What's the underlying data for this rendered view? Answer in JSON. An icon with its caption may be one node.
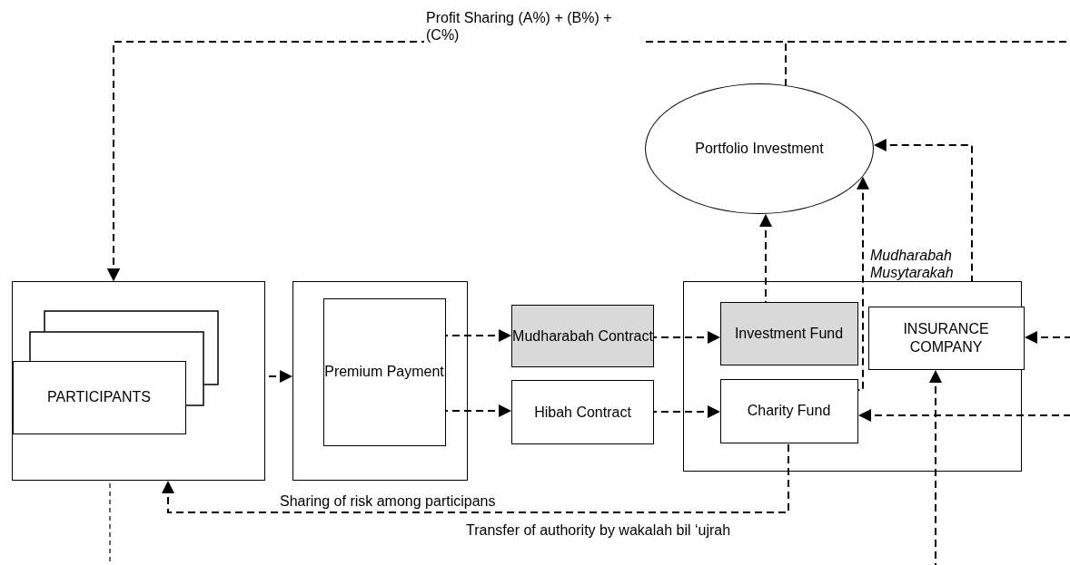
{
  "diagram": {
    "nodes": [
      {
        "text": [],
        "shape": "box"
      },
      {
        "text": [
          "PARTICIPANTS"
        ],
        "in": 0
      },
      {
        "text": [],
        "shape": "box"
      },
      {
        "text": [
          "Premium Payment"
        ],
        "in": 2
      },
      {
        "text": [
          "Mudharabah Contract"
        ]
      },
      {
        "text": [
          "Hibah Contract"
        ]
      },
      {
        "text": [],
        "shape": "box"
      },
      {
        "text": [
          "Investment Fund"
        ],
        "in": 6
      },
      {
        "text": [
          "INSURANCE COMPANY"
        ],
        "in": 6
      },
      {
        "text": [
          "Charity Fund"
        ],
        "in": 6
      },
      {
        "text": [
          "Portfolio Investment"
        ]
      }
    ],
    "edges": [
      {
        "from": 0,
        "to": 2,
        "arrow": "to",
        "style": "dashed"
      },
      {
        "from": 3,
        "to": 4,
        "arrow": "to",
        "style": "dashed"
      },
      {
        "from": 3,
        "to": 5,
        "arrow": "to",
        "style": "dashed"
      },
      {
        "from": 4,
        "to": 7,
        "arrow": "to",
        "style": "dashed"
      },
      {
        "from": 5,
        "to": 9,
        "arrow": "to",
        "style": "dashed"
      },
      {
        "from": 7,
        "to": 10,
        "arrow": "to",
        "style": "dashed"
      },
      {
        "from": 9,
        "to": 10,
        "arrow": "to",
        "style": "dashed"
      },
      {
        "from": 10,
        "to": 0,
        "arrow": "to",
        "style": "dashed",
        "label": "Profit Sharing (A%) + (B%) + (C%)"
      },
      {
        "from": null,
        "to": 0,
        "arrow": "to",
        "style": "dashed"
      },
      {
        "from": 6,
        "to": 10,
        "arrow": "to",
        "style": "dashed"
      },
      {
        "from": null,
        "to": 8,
        "arrow": "to",
        "style": "dashed"
      },
      {
        "from": null,
        "to": 9,
        "arrow": "to",
        "style": "dashed"
      },
      {
        "from": null,
        "to": 8,
        "arrow": "to",
        "style": "dashed"
      },
      {
        "from": 9,
        "to": 0,
        "arrow": "to",
        "style": "dashed",
        "label": "Sharing of risk among participans"
      },
      {
        "from": 0,
        "to": null,
        "arrow": "none",
        "style": "dashed"
      }
    ],
    "labels": [
      "Mudharabah Musytarakah",
      "Transfer of authority by wakalah bil ‘ujrah"
    ]
  }
}
